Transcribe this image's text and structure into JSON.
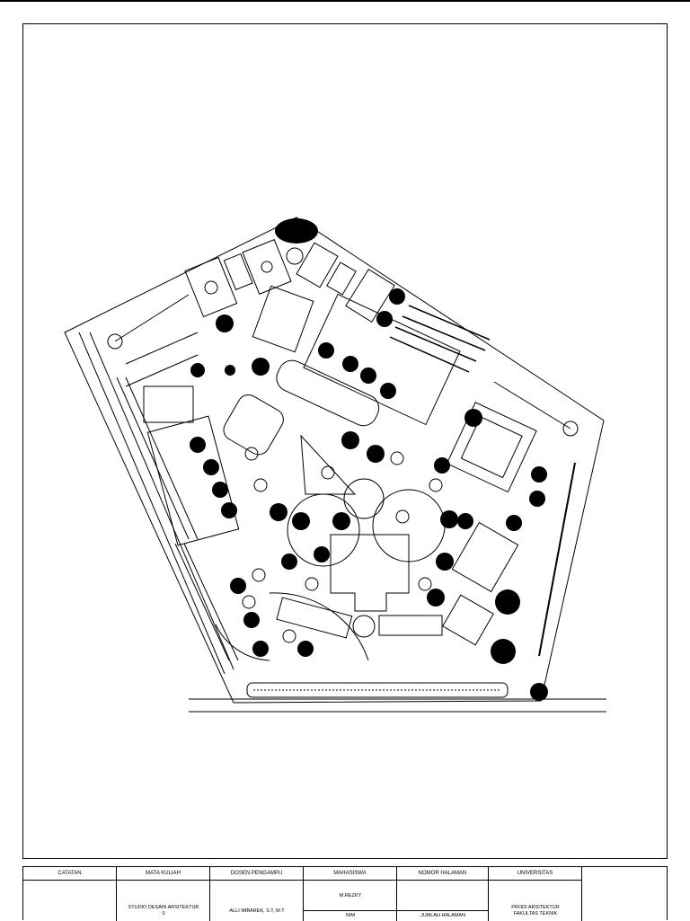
{
  "title_block": {
    "headers": {
      "catatan": "CATATAN",
      "mata_kuliah": "MATA KULIAH",
      "dosen": "DOSEN PENGAMPU",
      "mahasiswa": "MAHASISWA",
      "nomor": "NOMOR HALAMAN",
      "universitas": "UNIVERSITAS"
    },
    "values": {
      "mata_kuliah_line1": "STUDIO DESAIN ARSITEKTUR",
      "mata_kuliah_line2": "0",
      "dosen": "ALLI IMBAREK, S.T, M.T",
      "mahasiswa": "M.REZKY",
      "nim": "NIM",
      "jumlah": "JUMLAH HALAMAN",
      "prodi": "PRODI ARSITEKTUR",
      "fakultas": "FAKULTAS TEKNIK"
    }
  }
}
